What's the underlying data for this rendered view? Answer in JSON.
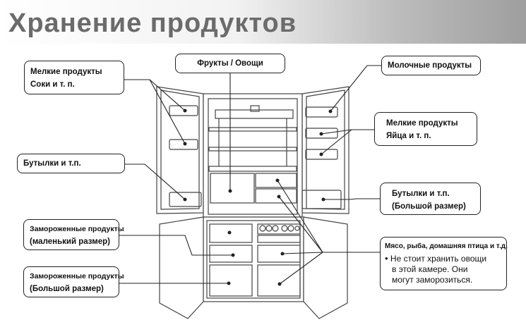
{
  "title": "Хранение продуктов",
  "labels": {
    "small_products_door": {
      "line1": "Мелкие продукты",
      "line2": "Соки и т. п."
    },
    "fruits_vegetables": "Фрукты / Овощи",
    "dairy": "Молочные продукты",
    "small_products_eggs": {
      "line1": "Мелкие продукты",
      "line2": "Яйца и т. п."
    },
    "bottles_left": "Бутылки и т.п.",
    "bottles_right": {
      "line1": "Бутылки и т.п.",
      "line2": "(Большой размер)"
    },
    "frozen_small": {
      "line1": "Замороженные продукты",
      "line2": "(маленький размер)"
    },
    "frozen_large": {
      "line1": "Замороженные продукты",
      "line2": "(Большой размер)"
    },
    "meat": {
      "heading": "Мясо, рыба, домашняя птица и т.д.",
      "bullet": "•",
      "note1": "Не стоит хранить овощи",
      "note2": "в этой камере. Они",
      "note3": "могут заморозиться."
    }
  }
}
